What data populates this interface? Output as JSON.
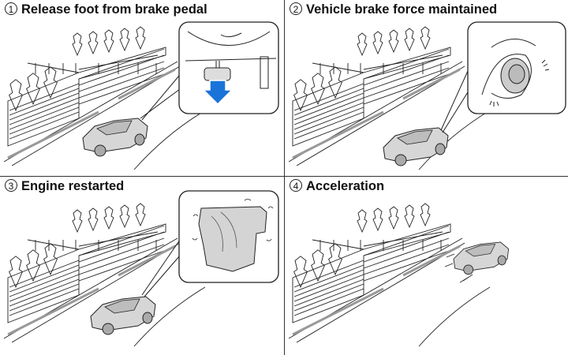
{
  "document": {
    "panels": [
      {
        "step": "1",
        "title": "Release foot from brake pedal",
        "inset": "brake-pedal-with-down-arrow"
      },
      {
        "step": "2",
        "title": "Vehicle brake force maintained",
        "inset": "wheel-brake-disc"
      },
      {
        "step": "3",
        "title": "Engine restarted",
        "inset": "engine-vibrating"
      },
      {
        "step": "4",
        "title": "Acceleration",
        "inset": null
      }
    ],
    "colors": {
      "arrow": "#1a73d9",
      "car_fill": "#d6d6d6",
      "line": "#222222"
    }
  }
}
